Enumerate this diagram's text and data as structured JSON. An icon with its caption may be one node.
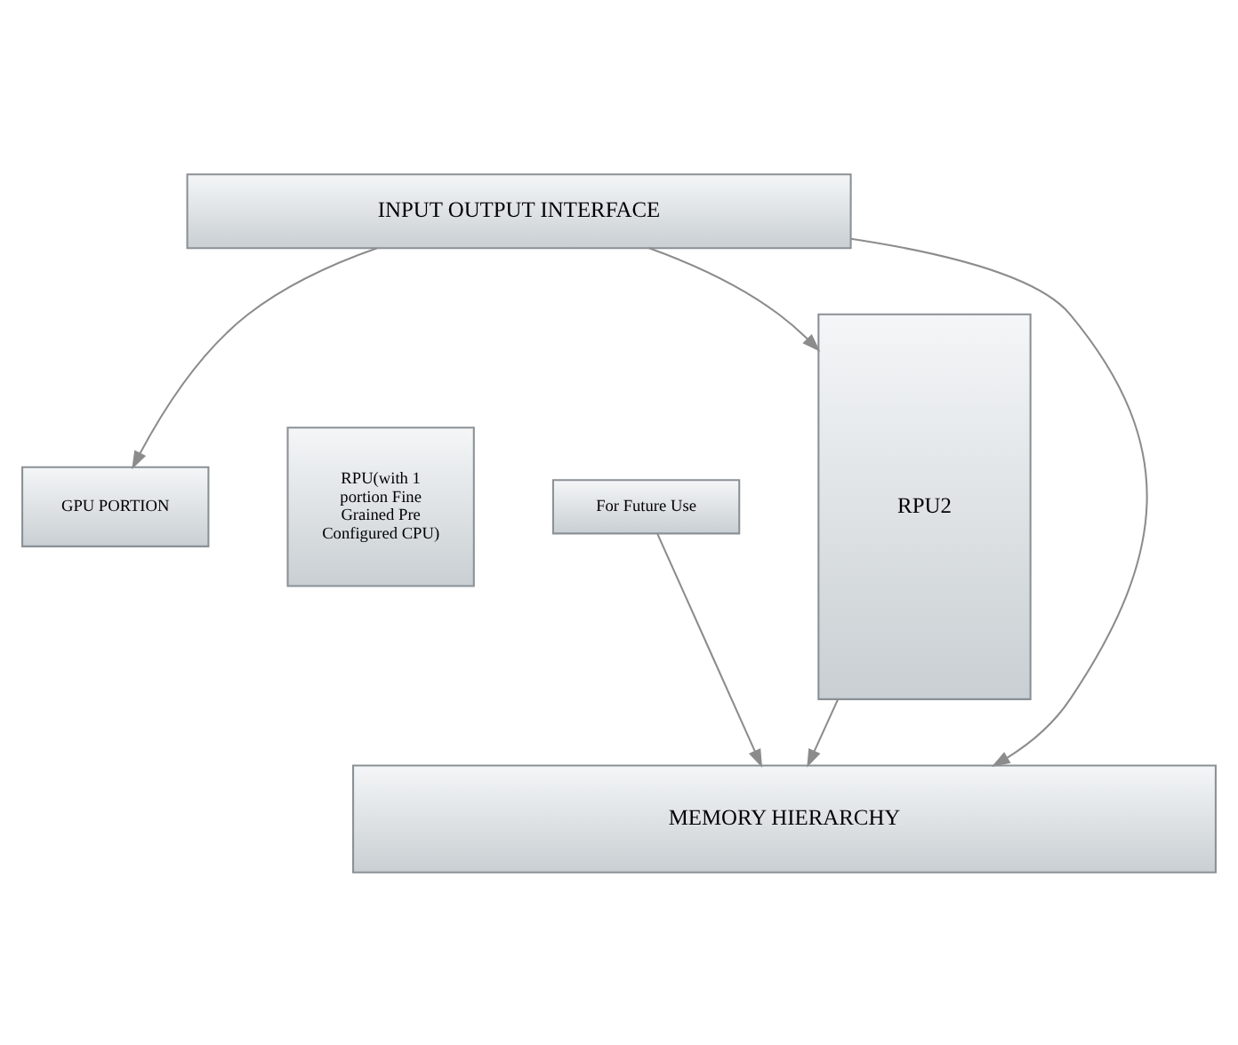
{
  "diagram": {
    "nodes": [
      {
        "text": [
          "INPUT OUTPUT INTERFACE"
        ]
      },
      {
        "text": [
          "GPU PORTION"
        ]
      },
      {
        "text": [
          "RPU(with 1 portion Fine Grained Pre Configured CPU)"
        ]
      },
      {
        "text": [
          "For Future Use"
        ]
      },
      {
        "text": [
          "RPU2"
        ]
      },
      {
        "text": [
          "MEMORY HIERARCHY"
        ]
      }
    ],
    "edges": [
      {
        "from": 0,
        "to": 1,
        "arrow": "to"
      },
      {
        "from": 0,
        "to": 5,
        "arrow": "to"
      },
      {
        "from": 0,
        "to": 4,
        "arrow": "to"
      },
      {
        "from": 3,
        "to": 5,
        "arrow": "to"
      },
      {
        "from": 4,
        "to": 5,
        "arrow": "to"
      }
    ]
  }
}
